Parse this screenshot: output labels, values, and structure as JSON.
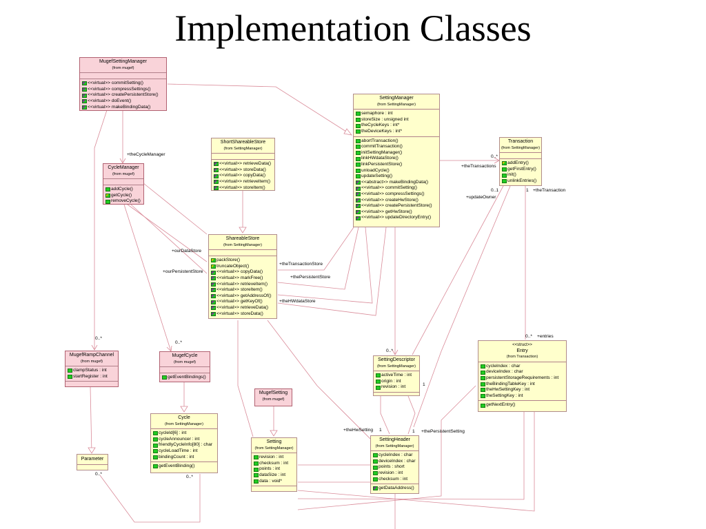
{
  "title": "Implementation Classes",
  "classes": {
    "mugef_setting_manager": {
      "name": "MugefSettingManager",
      "from": "(from mugef)",
      "attributes": [],
      "operations": [
        "<<virtual>> commitSetting()",
        "<<virtual>> compressSettings()",
        "<<virtual>> createPersistentStore()",
        "<<virtual>> doEvent()",
        "<<virtual>> makeBindingData()"
      ]
    },
    "setting_manager": {
      "name": "SettingManager",
      "from": "(from SettingManager)",
      "attributes": [
        "semaphore : int",
        "storeSize : unsigned int",
        "theCycleKeys : int*",
        "theDeviceKeys : int*"
      ],
      "operations": [
        "abortTransaction()",
        "commitTransaction()",
        "initSettingManager()",
        "linkHWdataStore()",
        "linkPersistentStore()",
        "unloadCycle()",
        "updateSetting()",
        "<<abstract>> makeBindingData()",
        "<<virtual>> commitSetting()",
        "<<virtual>> compressSettings()",
        "<<virtual>> createHwStore()",
        "<<virtual>> createPersistentStore()",
        "<<virtual>> getHwStore()",
        "<<virtual>> updateDirectoryEntry()"
      ]
    },
    "short_shareable_store": {
      "name": "ShortShareableStore",
      "from": "(from SettingManager)",
      "attributes": [],
      "operations": [
        "<<virtual>> retrieveData()",
        "<<virtual>> storeData()",
        "<<virtual>> copyData()",
        "<<virtual>> retrieveItem()",
        "<<virtual>> storeItem()"
      ]
    },
    "cycle_manager": {
      "name": "CycleManager",
      "from": "(from mugef)",
      "attributes": [],
      "operations": [
        "addCycle()",
        "getCycle()",
        "removeCycle()"
      ]
    },
    "transaction": {
      "name": "Transaction",
      "from": "(from SettingManager)",
      "attributes": [],
      "operations": [
        "addEntry()",
        "getFirstEntry()",
        "init()",
        "unlinkEntries()"
      ]
    },
    "shareable_store": {
      "name": "ShareableStore",
      "from": "(from SettingManager)",
      "attributes": [],
      "operations": [
        "packStore()",
        "truncateObject()",
        "<<virtual>> copyData()",
        "<<virtual>> markFree()",
        "<<virtual>> retrieveItem()",
        "<<virtual>> storeItem()",
        "<<virtual>> getAddressOf()",
        "<<virtual>> getKeyOf()",
        "<<virtual>> retrieveData()",
        "<<virtual>> storeData()"
      ]
    },
    "mugef_ramp_channel": {
      "name": "MugefRampChannel",
      "from": "(from mugef)",
      "attributes": [
        "clampStatus : int",
        "startRegister : int"
      ],
      "operations": []
    },
    "mugef_cycle": {
      "name": "MugefCycle",
      "from": "(from mugef)",
      "attributes": [],
      "operations": [
        "getEventBindings()"
      ]
    },
    "setting_descriptor": {
      "name": "SettingDescriptor",
      "from": "(from SettingManager)",
      "attributes": [
        "activeTime : int",
        "origin : int",
        "revision : int"
      ],
      "operations": []
    },
    "entry": {
      "stereotype": "<<struct>>",
      "name": "Entry",
      "from": "(from Transaction)",
      "attributes": [
        "cycleIndex : char",
        "deviceIndex : char",
        "persistentStorageRequirements : int",
        "theBindingTableKey : int",
        "theHwSettingKey : int",
        "theSettingKey : int"
      ],
      "operations": [
        "getNextEntry()"
      ]
    },
    "cycle": {
      "name": "Cycle",
      "from": "(from SettingManager)",
      "attributes": [
        "cycleId[6] : int",
        "cycleAnnouncer : int",
        "friendlyCycleInfo[80] : char",
        "cycleLoadTime : int",
        "bindingCount : int"
      ],
      "operations": [
        "getEventBinding()"
      ]
    },
    "mugef_setting": {
      "name": "MugefSetting",
      "from": "(from mugef)",
      "attributes": [],
      "operations": []
    },
    "setting": {
      "name": "Setting",
      "from": "(from SettingManager)",
      "attributes": [
        "revision : int",
        "checksum : int",
        "points : int",
        "dataSize : int",
        "data : void*"
      ],
      "operations": []
    },
    "setting_header": {
      "name": "SettingHeader",
      "from": "(from SettingManager)",
      "attributes": [
        "cycleIndex : char",
        "deviceIndex : char",
        "points : short",
        "revision : int",
        "checksum : int"
      ],
      "operations": [
        "getDataAddress()"
      ]
    },
    "parameter": {
      "name": "Parameter",
      "from": "",
      "attributes": [],
      "operations": []
    }
  },
  "labels": {
    "the_cycle_manager": "+theCycleManager",
    "our_data_store": "+ourDataStore",
    "our_persistent_store": "+ourPersistentStore",
    "the_transaction_store": "+theTransactionStore",
    "the_persistent_store_1": "+thePersistentStore",
    "the_hw_data_store": "+theHWdataStore",
    "the_transactions": "+theTransactions",
    "mult_trans_many": "0..*",
    "mult_trans_01": "0..1",
    "mult_trans_1": "1",
    "update_owner": "+updateOwner",
    "the_transaction": "+theTransaction",
    "mult_entries": "0..*",
    "entries": "+entries",
    "mult_ramp": "0..*",
    "mult_mcycle": "0..*",
    "mult_desc": "0..*",
    "mult_desc_1": "1",
    "the_hw_setting": "+theHwSetting",
    "mult_hw_1": "1",
    "mult_ps_1": "1",
    "the_persistent_setting": "+thePersistentSetting",
    "mult_param": "0..*",
    "mult_cycle": "0..*"
  }
}
